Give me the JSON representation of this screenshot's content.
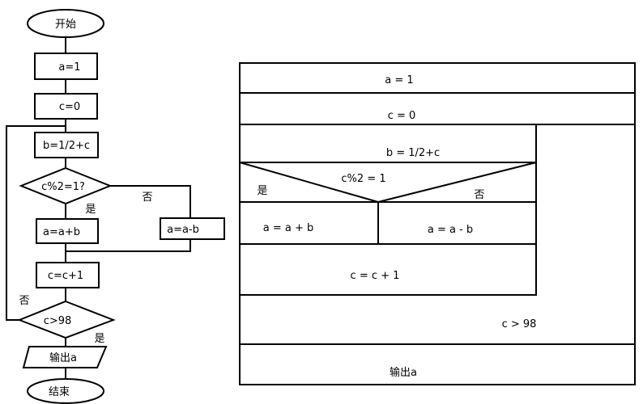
{
  "flowchart": {
    "start": "开始",
    "a_init": "a=1",
    "c_init": "c=0",
    "b_calc": "b=1/2+c",
    "cond_even": "c%2=1?",
    "yes_label": "是",
    "no_label": "否",
    "a_plus": "a=a+b",
    "a_minus": "a=a-b",
    "c_inc": "c=c+1",
    "loop_cond": "c>98",
    "loop_no": "否",
    "loop_yes": "是",
    "output": "输出a",
    "end": "结束"
  },
  "nsd": {
    "a_init": "a = 1",
    "c_init": "c = 0",
    "b_calc": "b = 1/2+c",
    "cond": "c%2 = 1",
    "yes_label": "是",
    "no_label": "否",
    "a_plus": "a = a + b",
    "a_minus": "a = a - b",
    "c_inc": "c = c + 1",
    "loop_cond": "c > 98",
    "output": "输出a"
  }
}
